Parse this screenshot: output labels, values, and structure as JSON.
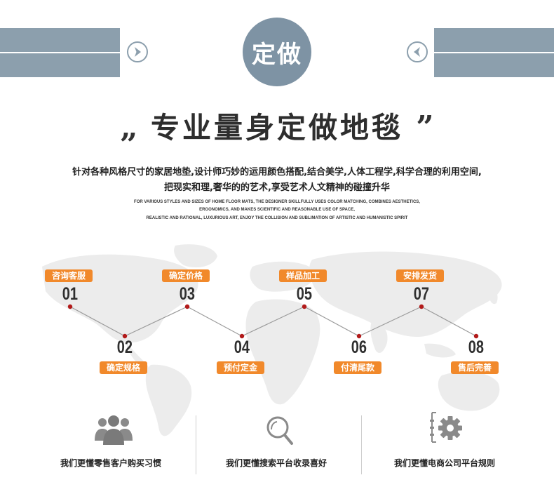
{
  "header": {
    "badge": "定做",
    "title": "专业量身定做地毯",
    "left_quote": "„",
    "right_quote": "”",
    "accent_color": "#8c9fad"
  },
  "description_cn": [
    "针对各种风格尺寸的家居地垫,设计师巧妙的运用颜色搭配,结合美学,人体工程学,科学合理的利用空间,",
    "把现实和理,奢华的的艺术,享受艺术人文精神的碰撞升华"
  ],
  "description_en": [
    "FOR VARIOUS STYLES AND SIZES OF HOME FLOOR MATS, THE DESIGNER SKILLFULLY USES COLOR MATCHING, COMBINES AESTHETICS,",
    "ERGONOMICS, AND MAKES SCIENTIFIC AND REASONABLE USE OF SPACE,",
    "REALISTIC AND RATIONAL, LUXURIOUS ART, ENJOY THE COLLISION AND SUBLIMATION OF ARTISTIC AND HUMANISTIC SPIRIT"
  ],
  "steps": [
    {
      "num": "01",
      "label": "咨询客服"
    },
    {
      "num": "02",
      "label": "确定规格"
    },
    {
      "num": "03",
      "label": "确定价格"
    },
    {
      "num": "04",
      "label": "预付定金"
    },
    {
      "num": "05",
      "label": "样品加工"
    },
    {
      "num": "06",
      "label": "付清尾款"
    },
    {
      "num": "07",
      "label": "安排发货"
    },
    {
      "num": "08",
      "label": "售后完善"
    }
  ],
  "step_color": "#f1892b",
  "features": [
    {
      "icon": "people-icon",
      "label": "我们更懂零售客户购买习惯"
    },
    {
      "icon": "search-icon",
      "label": "我们更懂搜索平台收录喜好"
    },
    {
      "icon": "gear-icon",
      "label": "我们更懂电商公司平台规则"
    }
  ]
}
